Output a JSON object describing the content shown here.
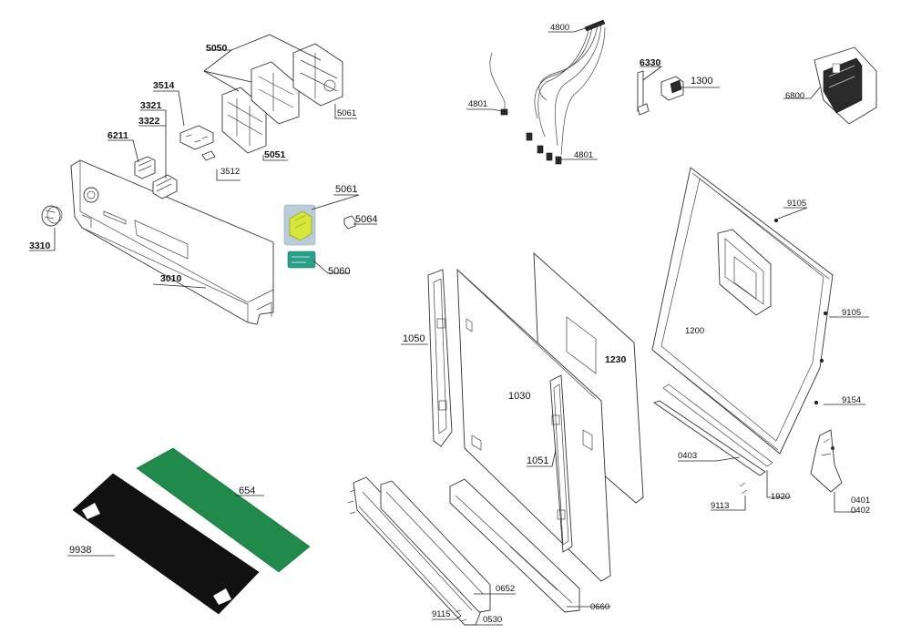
{
  "diagram": {
    "parts": {
      "p5050": "5050",
      "p5061a": "5061",
      "p5051": "5051",
      "p3514": "3514",
      "p3321": "3321",
      "p3322": "3322",
      "p6211": "6211",
      "p3512": "3512",
      "p3310": "3310",
      "p3010": "3010",
      "p5061b": "5061",
      "p5064": "5064",
      "p5060": "5060",
      "p4800": "4800",
      "p4801a": "4801",
      "p4801b": "4801",
      "p6330": "6330",
      "p1300": "1300",
      "p6800": "6800",
      "p9105a": "9105",
      "p9105b": "9105",
      "p1200": "1200",
      "p9154": "9154",
      "p1230": "1230",
      "p1050": "1050",
      "p1030": "1030",
      "p1051": "1051",
      "p0403": "0403",
      "p9113": "9113",
      "p1920": "1920",
      "p0401": "0401",
      "p0402": "0402",
      "p654": "654",
      "p9938": "9938",
      "p0652": "0652",
      "p0660": "0660",
      "p9115": "9115",
      "p0530": "0530"
    },
    "colors": {
      "green_panel": "#1f8a4a",
      "black_panel": "#111111",
      "module_yellow": "#d7e63a",
      "board_teal": "#2aa08a"
    }
  }
}
